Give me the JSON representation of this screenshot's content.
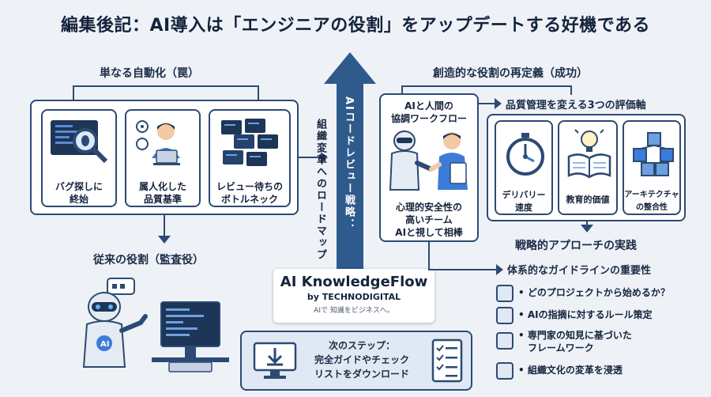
{
  "title": "編集後記：AI導入は「エンジニアの役割」をアップデートする好機である",
  "left": {
    "heading": "単なる自動化（罠）",
    "cards": [
      {
        "label_1": "バグ探しに",
        "label_2": "終始",
        "icon": "bug-magnifier-icon"
      },
      {
        "label_1": "属人化した",
        "label_2": "品質基準",
        "icon": "person-laptop-icon"
      },
      {
        "label_1": "レビュー待ちの",
        "label_2": "ボトルネック",
        "icon": "stacked-documents-icon"
      }
    ],
    "conventional_role": "従来の役割（監査役）"
  },
  "center": {
    "arrow_text": "AIコードレビュー戦略：",
    "side_text": "組織変革へのロードマップ",
    "brand_name": "AI KnowledgeFlow",
    "brand_by": "by TECHNODIGITAL",
    "brand_tagline": "AIで 知識をビジネスへ。",
    "next_step_1": "次のステップ：",
    "next_step_2": "完全ガイドやチェック",
    "next_step_3": "リストをダウンロード"
  },
  "right": {
    "heading": "創造的な役割の再定義（成功）",
    "collab_title_1": "AIと人間の",
    "collab_title_2": "協調ワークフロー",
    "collab_desc_1": "心理的安全性の",
    "collab_desc_2": "高いチーム",
    "collab_desc_3": "AIと視して相棒",
    "axes_heading": "品質管理を変える3つの評価軸",
    "axes": [
      {
        "label_1": "デリバリー",
        "label_2": "速度",
        "icon": "stopwatch-icon"
      },
      {
        "label_1": "教育的価値",
        "label_2": "",
        "icon": "book-lightbulb-icon"
      },
      {
        "label_1": "アーキテクチャ",
        "label_2": "の整合性",
        "icon": "cubes-icon"
      }
    ],
    "strategy_heading": "戦略的アプローチの実践",
    "guideline_heading": "体系的なガイドラインの重要性",
    "strategy_items": [
      {
        "text_1": "• どのプロジェクトから始めるか？",
        "text_2": "",
        "icon": "checklist-icon"
      },
      {
        "text_1": "• AIの指摘に対するルール策定",
        "text_2": "",
        "icon": "document-icon"
      },
      {
        "text_1": "• 専門家の知見に基づいた",
        "text_2": "フレームワーク",
        "icon": "puzzle-icon"
      },
      {
        "text_1": "• 組織文化の変革を浸透",
        "text_2": "",
        "icon": "plant-icon"
      }
    ]
  },
  "colors": {
    "navy": "#2c4a74",
    "arrow_blue": "#2f5a8c",
    "accent_blue": "#3d7bd9",
    "background": "#eef2f7"
  }
}
